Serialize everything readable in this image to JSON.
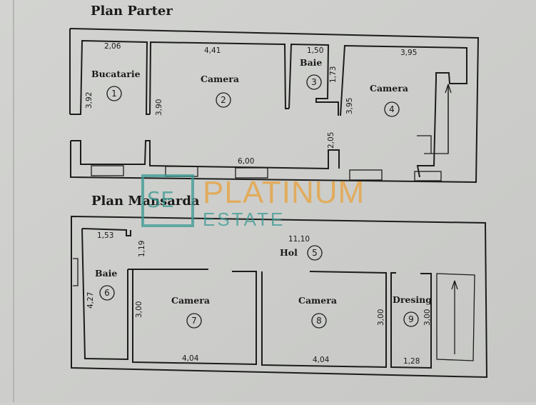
{
  "plans": [
    {
      "title": "Plan Parter",
      "rooms": [
        {
          "name": "Bucatarie",
          "number": "1"
        },
        {
          "name": "Camera",
          "number": "2"
        },
        {
          "name": "Baie",
          "number": "3"
        },
        {
          "name": "Camera",
          "number": "4"
        }
      ],
      "dimensions": [
        "2,06",
        "4,41",
        "1,50",
        "3,95",
        "3,92",
        "3,90",
        "1,73",
        "3,95",
        "2,05",
        "6,00"
      ]
    },
    {
      "title": "Plan Mansarda",
      "rooms": [
        {
          "name": "Hol",
          "number": "5"
        },
        {
          "name": "Baie",
          "number": "6"
        },
        {
          "name": "Camera",
          "number": "7"
        },
        {
          "name": "Camera",
          "number": "8"
        },
        {
          "name": "Dresing",
          "number": "9"
        }
      ],
      "dimensions": [
        "1,53",
        "11,10",
        "1,19",
        "4,27",
        "3,00",
        "3,00",
        "3,00",
        "4,04",
        "4,04",
        "1,28"
      ]
    }
  ],
  "watermark": {
    "brand": "PLATINUM",
    "sub": "ESTATE",
    "color": "#e8a13a",
    "teal": "#3a9a94"
  }
}
